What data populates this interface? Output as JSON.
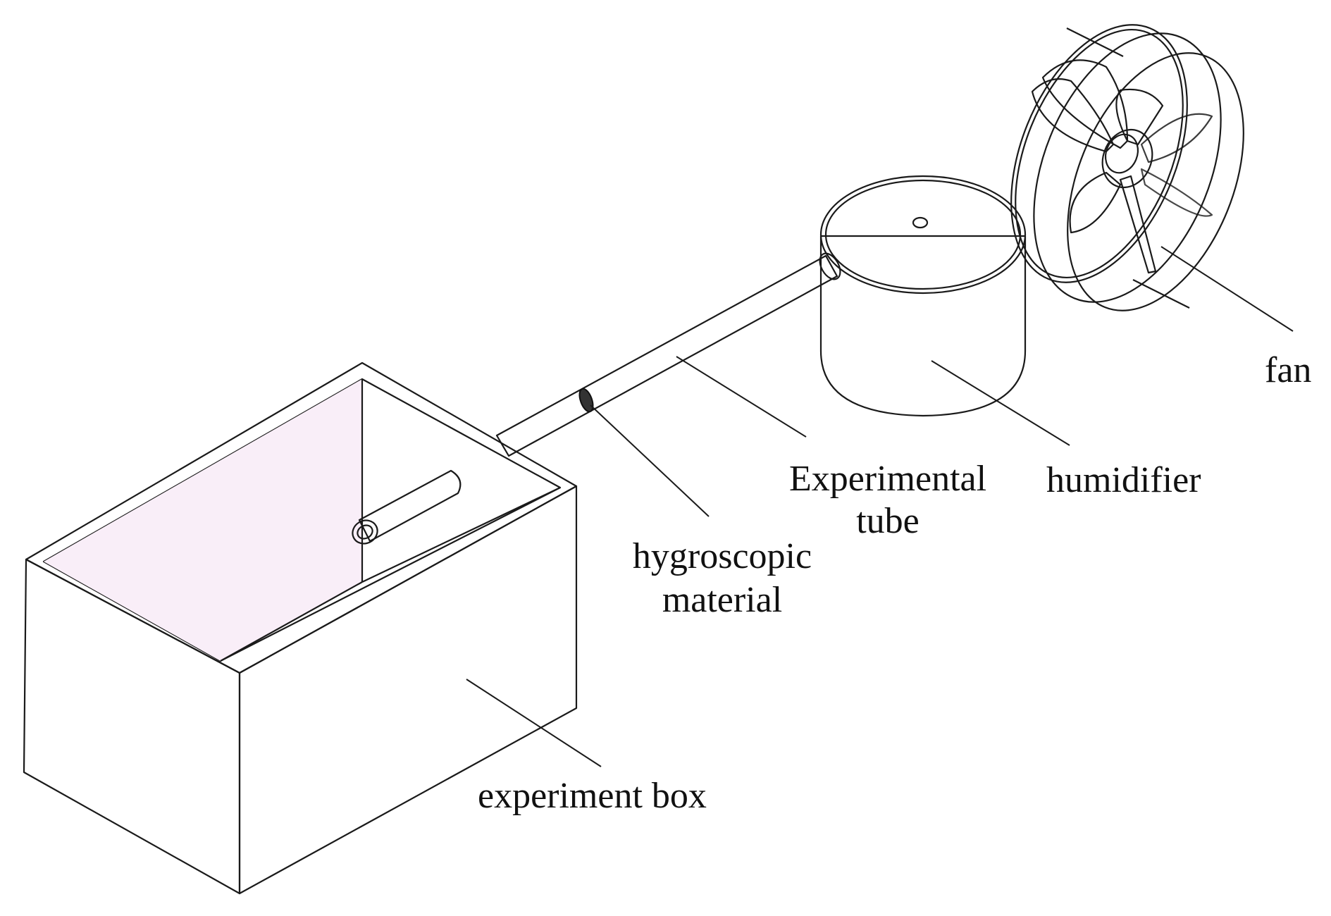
{
  "labels": {
    "fan": "fan",
    "humidifier": "humidifier",
    "experimental_tube_line1": "Experimental",
    "experimental_tube_line2": "tube",
    "hygroscopic_line1": "hygroscopic",
    "hygroscopic_line2": "material",
    "experiment_box": "experiment box"
  },
  "colors": {
    "box_face": "#f3ddf0",
    "box_inner": "#f7ecf6",
    "fan_blade": "#3fe3c0",
    "fan_blade_dark": "#1d7a55",
    "fan_hub": "#6ff0a0",
    "cylinder_side": "#efe6ef",
    "outline": "#1a1a1a"
  }
}
